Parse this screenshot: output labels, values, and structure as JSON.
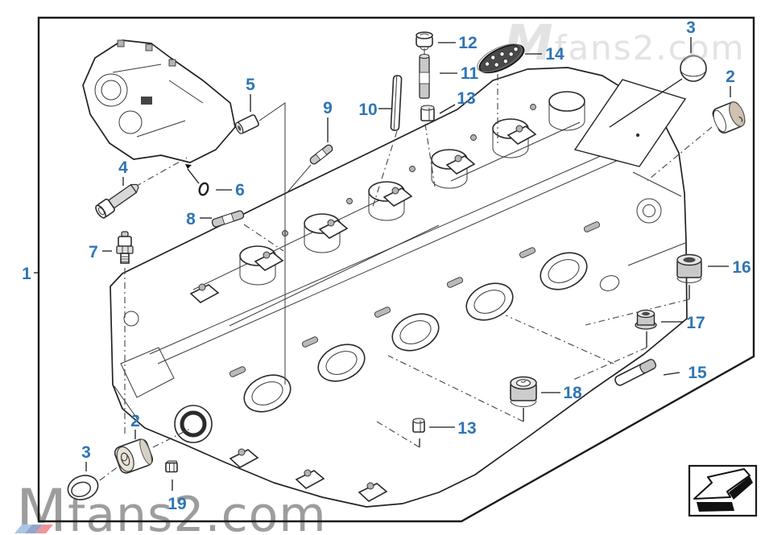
{
  "diagram": {
    "subject": "cylinder-head-exploded-parts-diagram",
    "callouts": {
      "c1": "1",
      "c2_top": "2",
      "c2_bottom": "2",
      "c3_top": "3",
      "c3_bottom": "3",
      "c4": "4",
      "c5": "5",
      "c6": "6",
      "c7": "7",
      "c8": "8",
      "c9": "9",
      "c10": "10",
      "c11": "11",
      "c12": "12",
      "c13_top": "13",
      "c13_bottom": "13",
      "c14": "14",
      "c15": "15",
      "c16": "16",
      "c17": "17",
      "c18": "18",
      "c19": "19"
    },
    "watermark": {
      "top": "Mfans2.com",
      "bottom": "Mfans2.com"
    },
    "colors": {
      "callout_blue": "#2e75b6",
      "line_black": "#1a1a1a",
      "watermark_top_gray": "#e3e3e3",
      "watermark_bottom_gray": "#9d9d9d",
      "plug_tan": "#cfc2b0",
      "logo_stripes": [
        "#abc6e5",
        "#93a5c9",
        "#f0949b"
      ]
    }
  }
}
